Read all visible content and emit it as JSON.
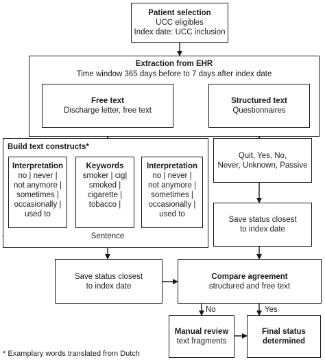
{
  "patient_selection": {
    "title": "Patient selection",
    "line1": "UCC eligibles",
    "line2": "Index date: UCC inclusion"
  },
  "extraction": {
    "title": "Extraction from EHR",
    "subtitle": "Time window 365 days before to 7 days after index date"
  },
  "free_text": {
    "title": "Free text",
    "line1": "Discharge letter, free text"
  },
  "structured_text": {
    "title": "Structured text",
    "line1": "Questionnaires"
  },
  "build": {
    "title": "Build text constructs*",
    "interpretation_left": {
      "title": "Interpretation",
      "lines": [
        "no | never |",
        "not anymore |",
        "sometimes |",
        "occasionally |",
        "used to"
      ]
    },
    "keywords": {
      "title": "Keywords",
      "lines": [
        "smoker | cig|",
        "smoked |",
        "cigarette |",
        "tobacco |"
      ]
    },
    "interpretation_right": {
      "title": "Interpretation",
      "lines": [
        "no | never |",
        "not anymore |",
        "sometimes |",
        "occasionally |",
        "used to"
      ]
    },
    "sentence_label": "Sentence"
  },
  "structured_values": {
    "line1": "Quit, Yes, No,",
    "line2": "Never, Unknown, Passive"
  },
  "save_status_right": {
    "line1": "Save status closest",
    "line2": "to index date"
  },
  "save_status_left": {
    "line1": "Save status closest",
    "line2": "to index date"
  },
  "compare": {
    "title": "Compare agreement",
    "line1": "structured and free text"
  },
  "branch_no": "No",
  "branch_yes": "Yes",
  "manual_review": {
    "title": "Manual review",
    "line1": "text fragments"
  },
  "final_status": {
    "title": "Final status",
    "line1": "determined"
  },
  "footnote": "* Examplary words translated from Dutch"
}
